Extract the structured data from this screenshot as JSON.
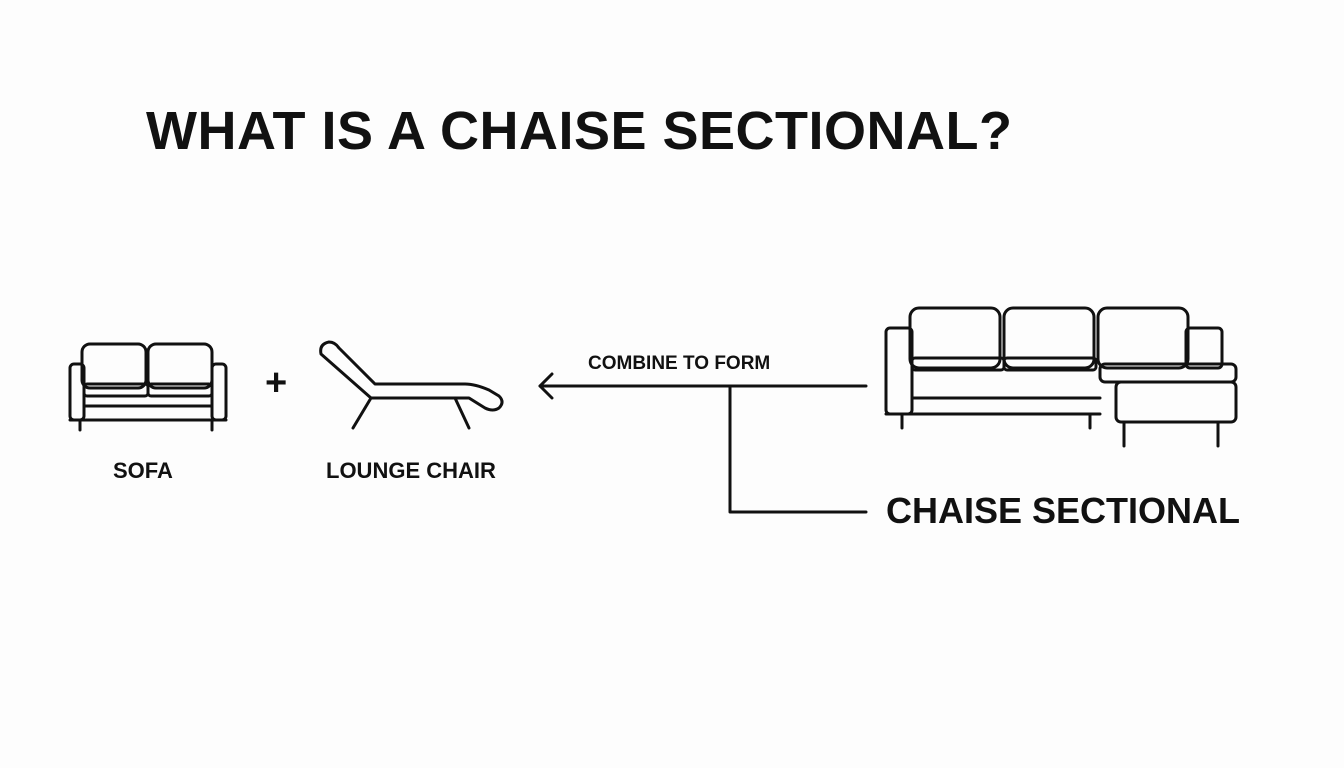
{
  "title": "WHAT IS A CHAISE SECTIONAL?",
  "items": {
    "sofa": {
      "label": "SOFA",
      "icon": "sofa-icon"
    },
    "lounge_chair": {
      "label": "LOUNGE CHAIR",
      "icon": "lounge-chair-icon"
    },
    "chaise_sectional": {
      "label": "CHAISE SECTIONAL",
      "icon": "chaise-sectional-icon"
    }
  },
  "operator": "+",
  "connector_label": "COMBINE TO FORM",
  "colors": {
    "ink": "#111111",
    "background": "#fdfdfd"
  }
}
